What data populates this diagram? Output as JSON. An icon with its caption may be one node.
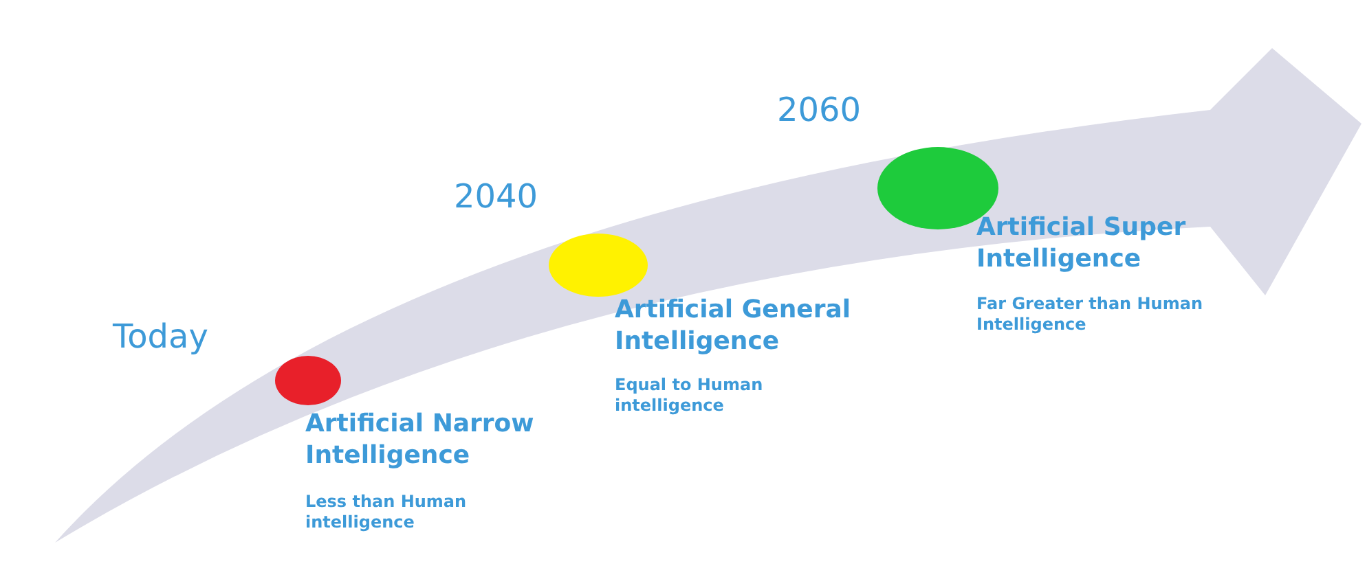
{
  "diagram": {
    "nodes": [
      {
        "text": [],
        "shape": "circle",
        "beside": [
          "Today",
          "Artificial Narrow Intelligence",
          "Less than Human intelligence"
        ]
      },
      {
        "text": [],
        "shape": "circle",
        "beside": [
          "2040",
          "Artificial General Intelligence",
          "Equal to Human intelligence"
        ]
      },
      {
        "text": [],
        "shape": "circle",
        "beside": [
          "2060",
          "Artificial Super Intelligence",
          "Far Greater than Human Intelligence"
        ]
      }
    ]
  }
}
